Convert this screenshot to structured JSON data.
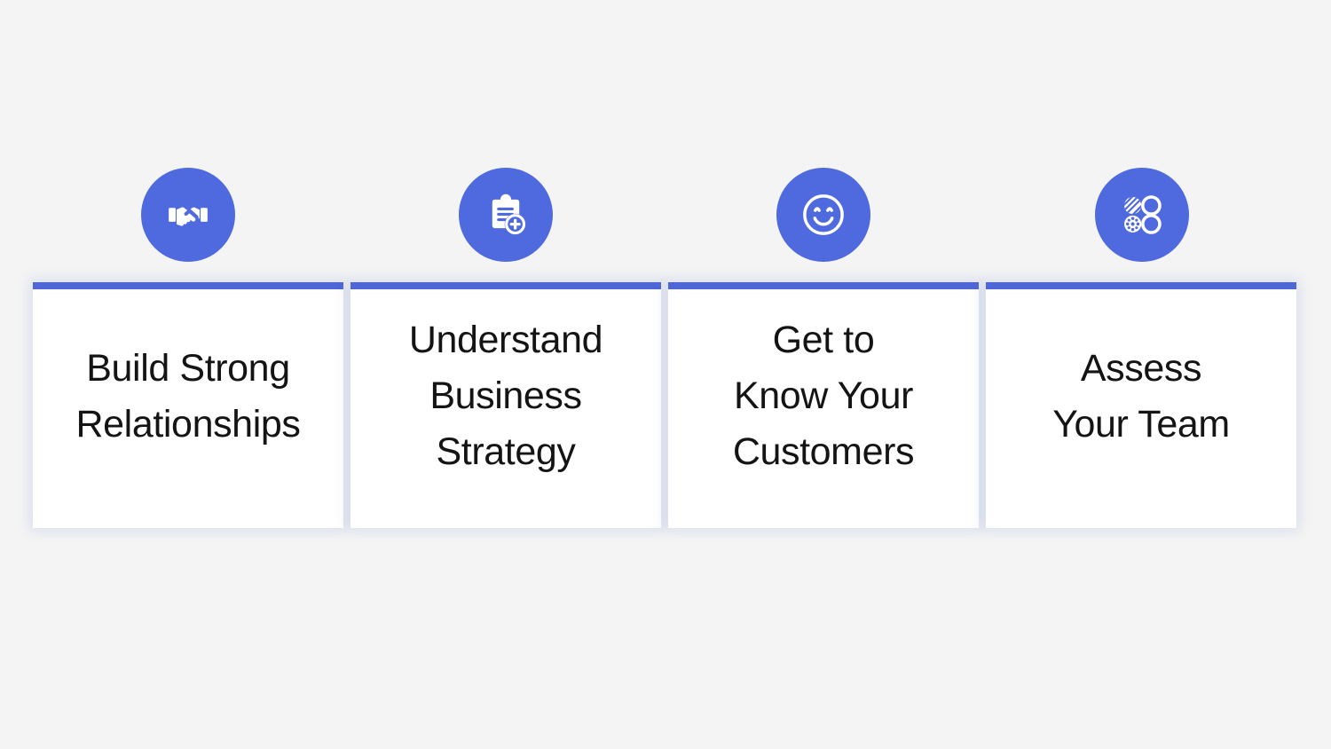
{
  "theme": {
    "background_color": "#f4f4f4",
    "accent_color": "#4e66d6",
    "badge_color": "#4e6ade",
    "text_color": "#141414",
    "card_color": "#ffffff"
  },
  "cards": [
    {
      "title": "Build Strong\nRelationships",
      "lines": [
        "Build Strong",
        "Relationships"
      ],
      "icon": "handshake-icon"
    },
    {
      "title": "Understand\nBusiness\nStrategy",
      "lines": [
        "Understand",
        "Business",
        "Strategy"
      ],
      "icon": "clipboard-plus-icon"
    },
    {
      "title": "Get to\nKnow Your\nCustomers",
      "lines": [
        "Get to",
        "Know Your",
        "Customers"
      ],
      "icon": "smiley-face-icon"
    },
    {
      "title": "Assess\nYour Team",
      "lines": [
        "Assess",
        "Your Team"
      ],
      "icon": "assessment-circles-icon"
    }
  ]
}
